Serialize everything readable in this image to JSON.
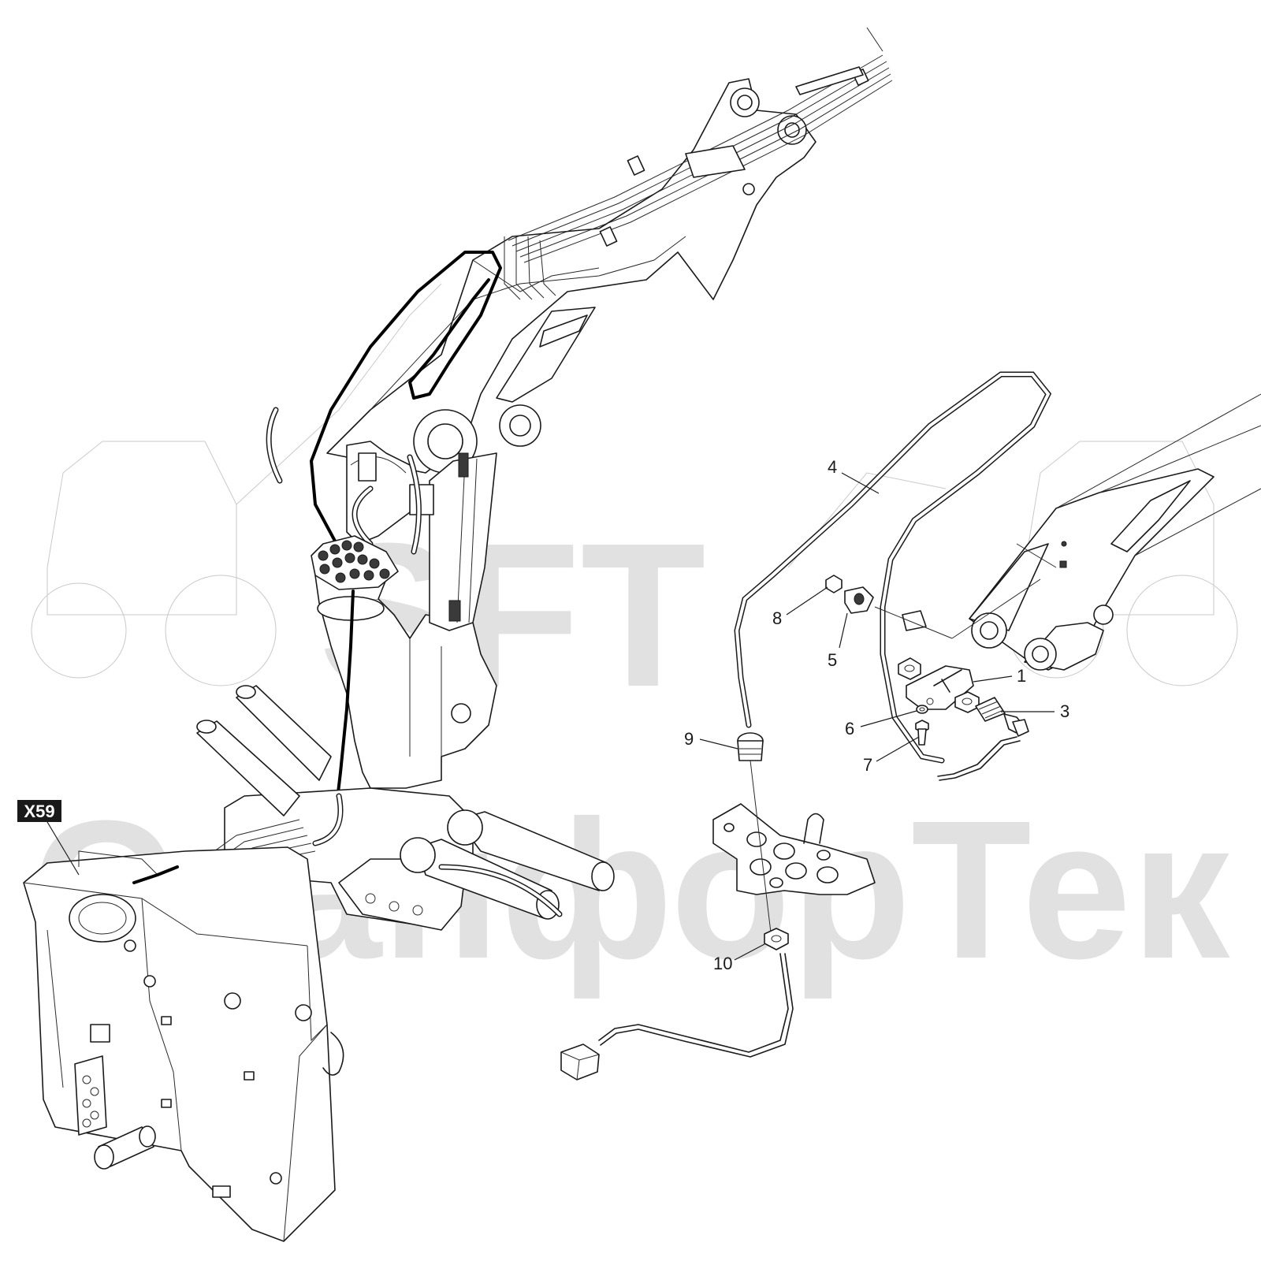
{
  "watermark": {
    "line1": "SFT",
    "line2": "СканфорТек"
  },
  "connector_tag": "X59",
  "callouts": [
    {
      "id": "1",
      "label": "1"
    },
    {
      "id": "3",
      "label": "3"
    },
    {
      "id": "4",
      "label": "4"
    },
    {
      "id": "5",
      "label": "5"
    },
    {
      "id": "6",
      "label": "6"
    },
    {
      "id": "7",
      "label": "7"
    },
    {
      "id": "8",
      "label": "8"
    },
    {
      "id": "9",
      "label": "9"
    },
    {
      "id": "10",
      "label": "10"
    }
  ]
}
